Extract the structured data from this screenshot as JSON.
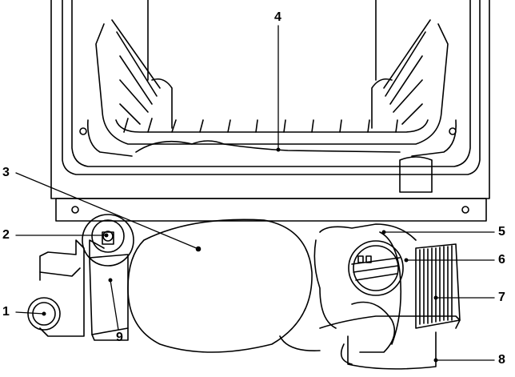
{
  "diagram": {
    "callouts": [
      {
        "id": "1"
      },
      {
        "id": "2"
      },
      {
        "id": "3"
      },
      {
        "id": "4"
      },
      {
        "id": "5"
      },
      {
        "id": "6"
      },
      {
        "id": "7"
      },
      {
        "id": "8"
      },
      {
        "id": "9"
      }
    ]
  }
}
